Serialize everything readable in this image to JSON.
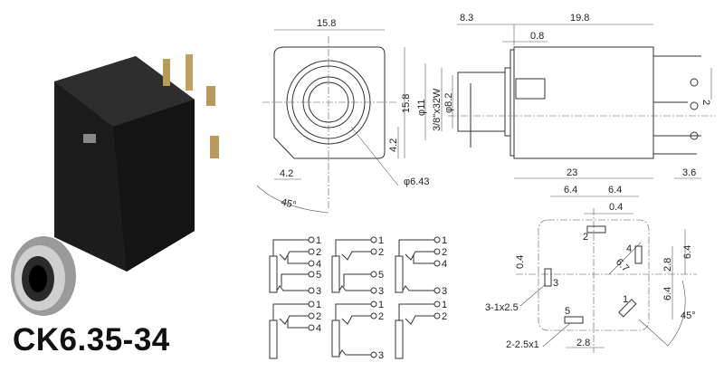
{
  "product": {
    "model": "CK6.35-34"
  },
  "colors": {
    "body": "#1c1c1c",
    "metal": "#a8a8a8",
    "line": "#333333"
  },
  "front_view": {
    "width": "15.8",
    "height": "15.8",
    "offset_v": "4.2",
    "offset_h": "4.2",
    "hole_dia": "φ6.43",
    "angle": "45°"
  },
  "side_view": {
    "thread_length": "8.3",
    "body_length": "19.8",
    "flange": "0.8",
    "outer_dia": "φ11",
    "thread": "3/8\"x32W",
    "inner_dia": "φ8.2",
    "pin_pitch": "2",
    "total_length": "23",
    "pin_length": "3.6"
  },
  "pcb_layout": {
    "left_w": "6.4",
    "right_w": "6.4",
    "offset_top": "0.4",
    "offset_left": "0.4",
    "diag": "6.7",
    "v_28": "2.8",
    "v_top": "6.4",
    "v_bottom": "6.4",
    "angle": "45°",
    "slot3": "3-1x2.5",
    "slot2": "2-2.5x1",
    "h_28": "2.8",
    "pins": [
      "1",
      "2",
      "3",
      "4",
      "5"
    ]
  },
  "schematics": [
    {
      "pins": [
        "1",
        "2",
        "4",
        "5",
        "3"
      ]
    },
    {
      "pins": [
        "1",
        "2",
        "5",
        "3"
      ]
    },
    {
      "pins": [
        "1",
        "2",
        "4",
        "3"
      ]
    },
    {
      "pins": [
        "1",
        "2",
        "4"
      ]
    },
    {
      "pins": [
        "1",
        "2",
        "3"
      ]
    },
    {
      "pins": [
        "1",
        "2"
      ]
    }
  ]
}
